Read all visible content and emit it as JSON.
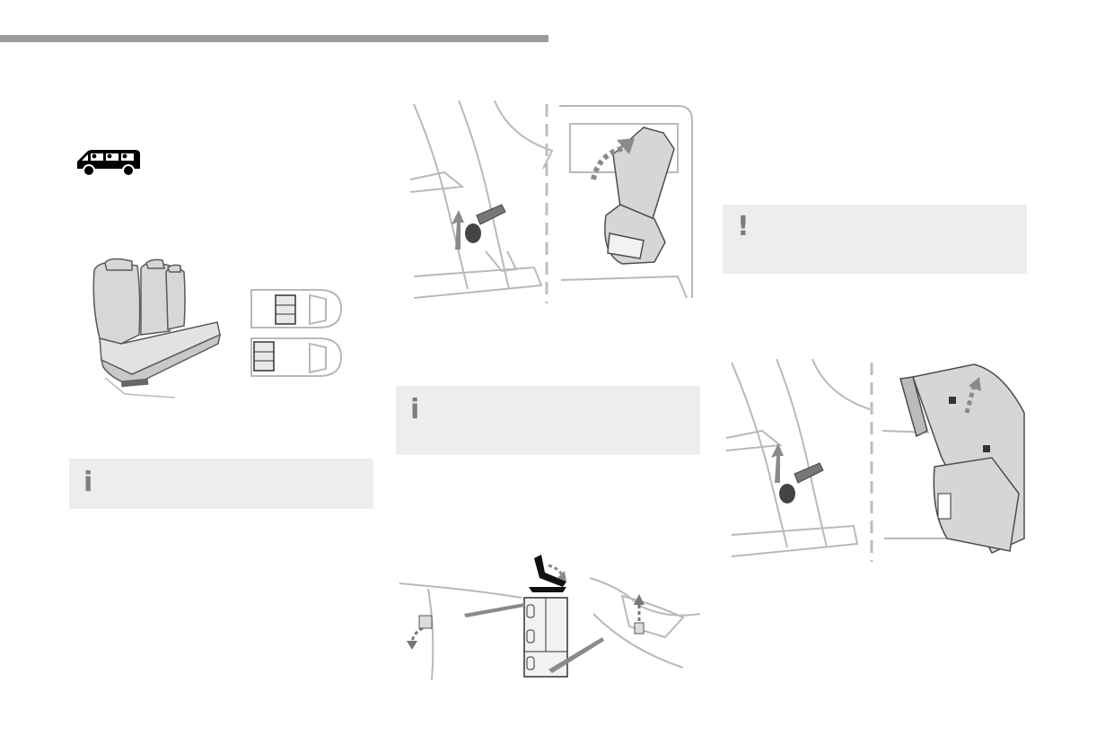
{
  "page": {
    "vehicle_icon": "van-with-passengers-icon",
    "notes": [
      {
        "icon": "info-icon",
        "symbol": "i"
      },
      {
        "icon": "info-icon",
        "symbol": "i"
      },
      {
        "icon": "warning-icon",
        "symbol": "!"
      }
    ],
    "illustrations": [
      "bench-seat-illustration",
      "seat-lever-fold-illustration",
      "seat-anchor-release-illustration",
      "bench-removal-illustration"
    ]
  }
}
